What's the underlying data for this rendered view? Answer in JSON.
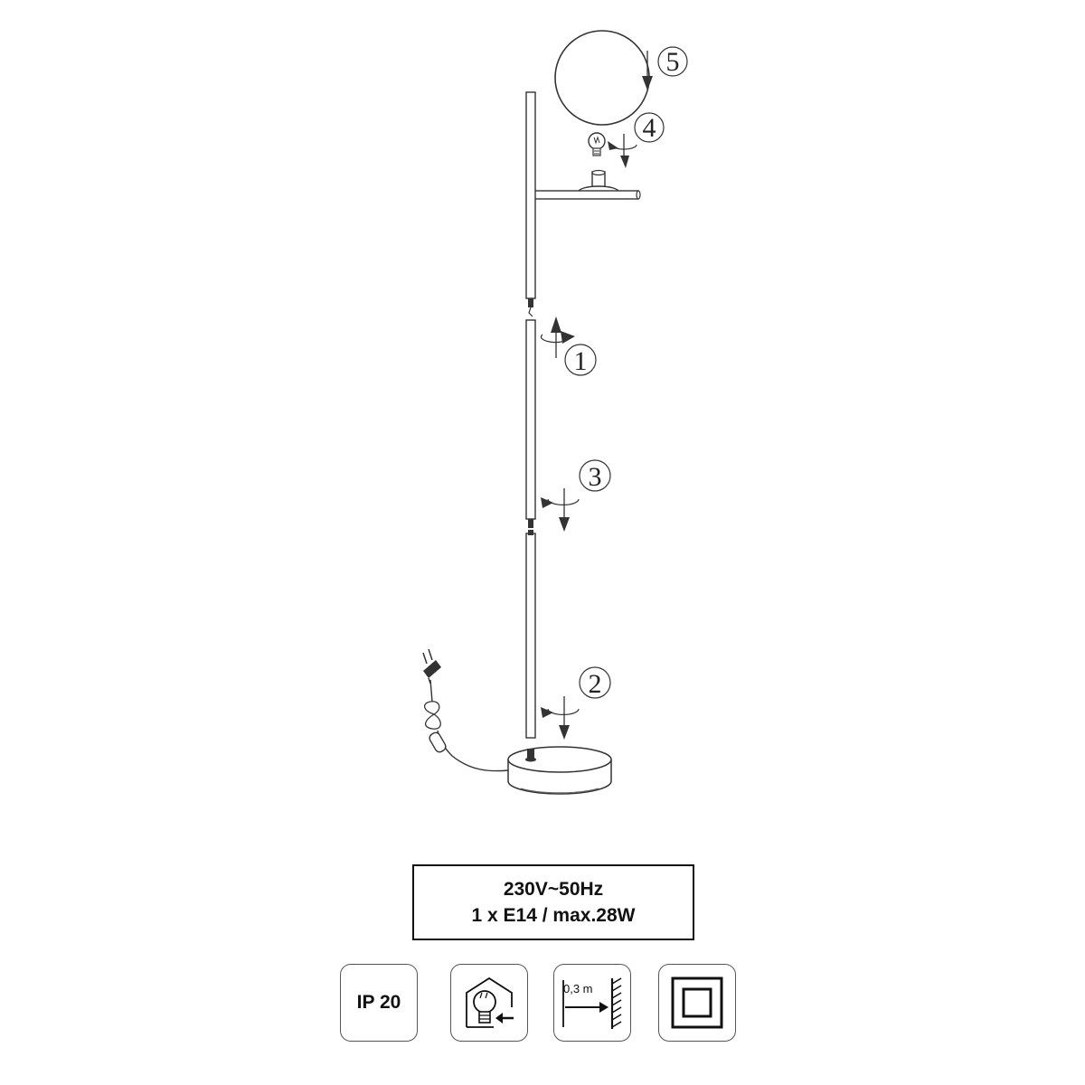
{
  "steps": {
    "s1": "1",
    "s2": "2",
    "s3": "3",
    "s4": "4",
    "s5": "5"
  },
  "specs": {
    "voltage": "230V~50Hz",
    "bulb": "1 x E14 / max.28W"
  },
  "badges": {
    "ip_rating": "IP 20",
    "min_distance": "0,3 m"
  },
  "icons": {
    "bulb": "bulb-icon",
    "bulb_house": "bulb-replacement-icon",
    "distance": "distance-to-wall-icon",
    "double_insulation": "class-ii-double-insulation-icon",
    "rotate_arrow": "rotate-arrow-icon"
  }
}
